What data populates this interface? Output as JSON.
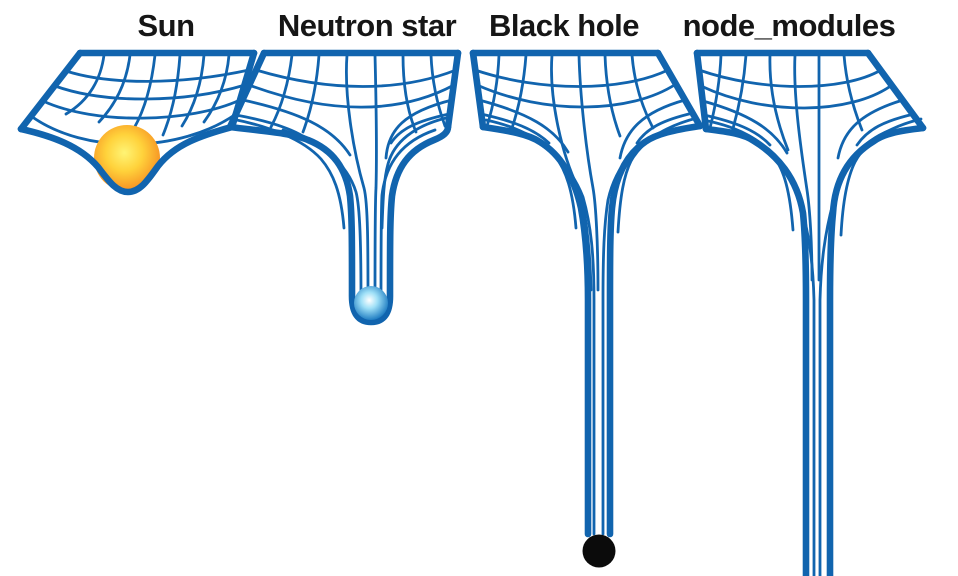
{
  "graphic": {
    "type": "gravity-well-comparison-meme",
    "background": "#ffffff",
    "line_color": "#1164AE",
    "title_color": "#161616",
    "panels": [
      {
        "id": "sun",
        "label": "Sun",
        "object": "sun-sphere",
        "well_depth": "shallow bowl"
      },
      {
        "id": "neutron-star",
        "label": "Neutron star",
        "object": "neutron-star-sphere",
        "well_depth": "deep narrow funnel"
      },
      {
        "id": "black-hole",
        "label": "Black hole",
        "object": "black-hole-dot",
        "well_depth": "very deep funnel"
      },
      {
        "id": "node-modules",
        "label": "node_modules",
        "object": "none",
        "well_depth": "bottomless, extends past frame"
      }
    ],
    "colors": {
      "sun_core": "#FFF475",
      "sun_mid": "#FFD23B",
      "sun_edge": "#F5871F",
      "neutron_core": "#FFFFFF",
      "neutron_mid": "#9FE0F7",
      "neutron_edge": "#1B79C0",
      "black_hole": "#0B0B0B"
    }
  }
}
